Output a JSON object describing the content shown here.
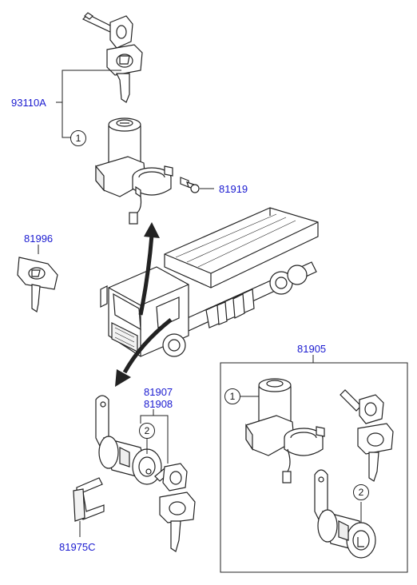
{
  "parts": {
    "ignition_lock_set": "93110A",
    "bolt": "81919",
    "key_blank": "81996",
    "lock_set": "81905",
    "door_lock_lh": "81907",
    "door_lock_rh": "81908",
    "cover": "81975C"
  },
  "callouts": {
    "ignition_cylinder": "1",
    "door_cylinder": "2"
  },
  "colors": {
    "label": "#1a1ad0",
    "line": "#222222"
  }
}
